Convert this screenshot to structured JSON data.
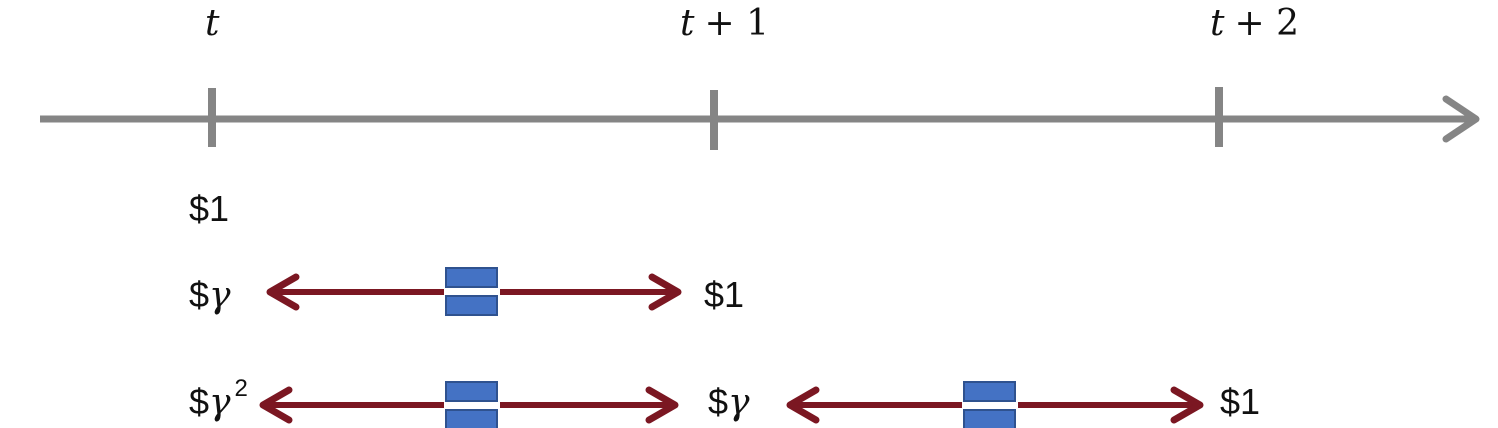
{
  "timeline": {
    "labels": {
      "t0_var": "t",
      "t1_var": "t",
      "t1_op": "+ 1",
      "t2_var": "t",
      "t2_op": "+ 2"
    },
    "axis_color": "#858585"
  },
  "rows": {
    "row1": {
      "left": "$1"
    },
    "row2": {
      "left_dollar": "$",
      "left_sym": "γ",
      "right": "$1"
    },
    "row3": {
      "left_dollar": "$",
      "left_sym": "γ",
      "left_exp": "2",
      "mid_dollar": "$",
      "mid_sym": "γ",
      "right": "$1"
    }
  },
  "colors": {
    "arrow": "#7b1722",
    "equals_fill": "#4472c4",
    "equals_stroke": "#2f528f"
  }
}
